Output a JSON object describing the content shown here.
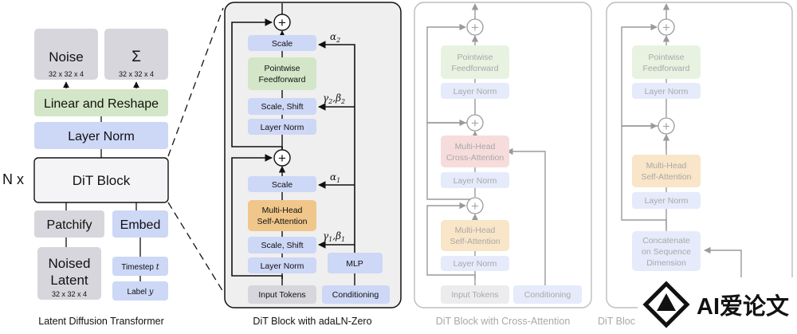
{
  "left_panel": {
    "noise": {
      "label": "Noise",
      "dims": "32 x 32 x 4"
    },
    "sigma": {
      "label": "Σ",
      "dims": "32 x 32 x 4"
    },
    "linear_reshape": "Linear and Reshape",
    "layer_norm": "Layer Norm",
    "dit_block": "DiT Block",
    "n_x": "N x",
    "patchify": "Patchify",
    "embed": "Embed",
    "noised_latent": {
      "line1": "Noised",
      "line2": "Latent",
      "dims": "32 x 32 x 4"
    },
    "timestep": {
      "text": "Timestep ",
      "var": "t"
    },
    "label": {
      "text": "Label ",
      "var": "y"
    },
    "caption": "Latent Diffusion Transformer"
  },
  "adaln_panel": {
    "scale_top": "Scale",
    "pointwise_ff": {
      "line1": "Pointwise",
      "line2": "Feedforward"
    },
    "scale_shift_top": "Scale, Shift",
    "layer_norm_top": "Layer Norm",
    "scale_bottom": "Scale",
    "mhsa": {
      "line1": "Multi-Head",
      "line2": "Self-Attention"
    },
    "scale_shift_bottom": "Scale, Shift",
    "layer_norm_bottom": "Layer Norm",
    "mlp": "MLP",
    "input_tokens": "Input Tokens",
    "conditioning": "Conditioning",
    "alpha2": "α",
    "alpha2_sub": "2",
    "gamma2": "γ",
    "gamma2_sub": "2",
    "beta2": ",β",
    "beta2_sub": "2",
    "alpha1": "α",
    "alpha1_sub": "1",
    "gamma1": "γ",
    "gamma1_sub": "1",
    "beta1": ",β",
    "beta1_sub": "1",
    "plus": "+",
    "caption": "DiT Block with adaLN-Zero"
  },
  "cross_panel": {
    "pointwise_ff": {
      "line1": "Pointwise",
      "line2": "Feedforward"
    },
    "layer_norm_1": "Layer Norm",
    "mhca": {
      "line1": "Multi-Head",
      "line2": "Cross-Attention"
    },
    "layer_norm_2": "Layer Norm",
    "mhsa": {
      "line1": "Multi-Head",
      "line2": "Self-Attention"
    },
    "layer_norm_3": "Layer Norm",
    "input_tokens": "Input Tokens",
    "conditioning": "Conditioning",
    "plus": "+",
    "caption": "DiT Block with Cross-Attention"
  },
  "incontext_panel": {
    "pointwise_ff": {
      "line1": "Pointwise",
      "line2": "Feedforward"
    },
    "layer_norm_1": "Layer Norm",
    "mhsa": {
      "line1": "Multi-Head",
      "line2": "Self-Attention"
    },
    "layer_norm_2": "Layer Norm",
    "concat": {
      "line1": "Concatenate",
      "line2": "on Sequence",
      "line3": "Dimension"
    },
    "plus": "+",
    "caption": "DiT Bloc"
  },
  "watermark": {
    "text": "AI爱论文",
    "logo": "diamond-a-logo"
  },
  "colors": {
    "gray_box": "#d6d6dc",
    "green": "#d3e6c7",
    "blue": "#cdd7f6",
    "orange": "#f0c68b",
    "red": "#f3cccc",
    "panel_bg": "#efefef",
    "faded_text": "#a8a8a8"
  }
}
